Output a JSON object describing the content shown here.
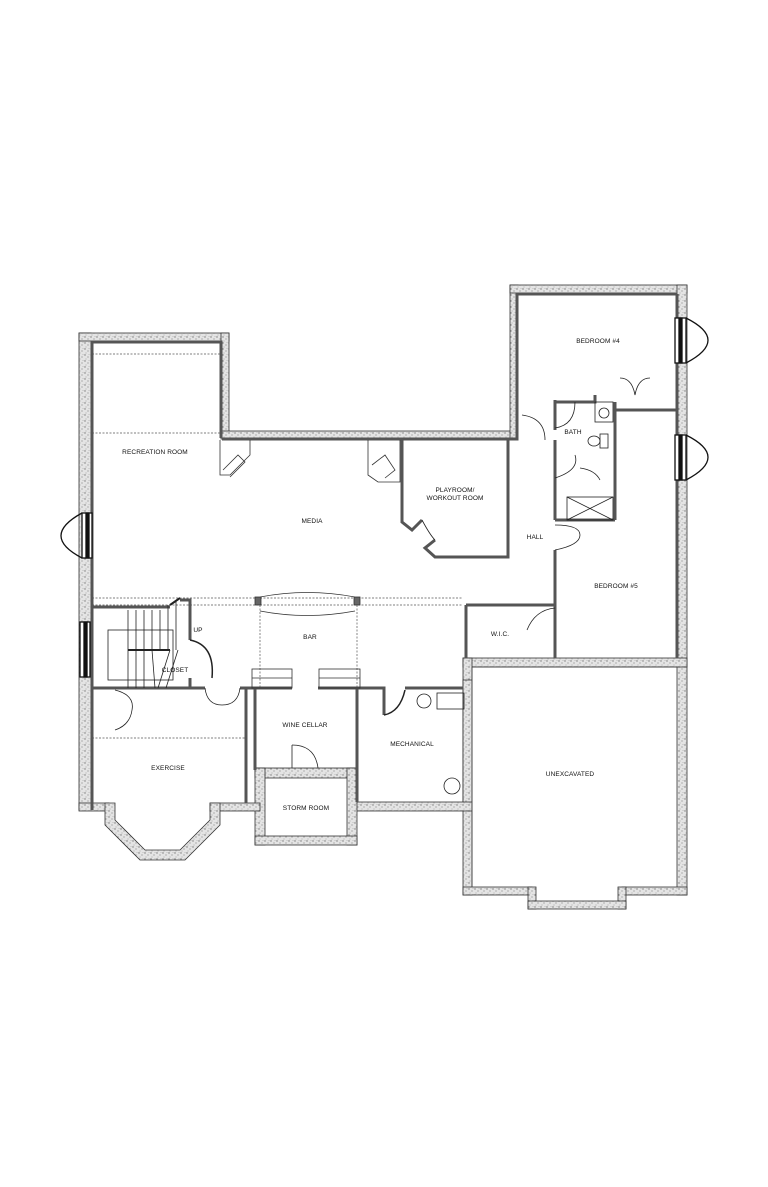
{
  "drawing": {
    "type": "basement floor plan",
    "colors": {
      "wall_fill": "#6e6e6e",
      "wall_outline": "#333333",
      "foundation_fill": "#d9d9d9",
      "line": "#222222",
      "background": "#ffffff"
    }
  },
  "rooms": {
    "recreation_room": "RECREATION ROOM",
    "media": "MEDIA",
    "playroom": "PLAYROOM/\nWORKOUT ROOM",
    "bedroom4": "BEDROOM #4",
    "bath": "BATH",
    "hall": "HALL",
    "bedroom5": "BEDROOM #5",
    "wic": "W.I.C.",
    "bar": "BAR",
    "closet": "CLOSET",
    "stair_up": "UP",
    "exercise": "EXERCISE",
    "wine_cellar": "WINE CELLAR",
    "storm_room": "STORM ROOM",
    "mechanical": "MECHANICAL",
    "unexcavated": "UNEXCAVATED"
  }
}
